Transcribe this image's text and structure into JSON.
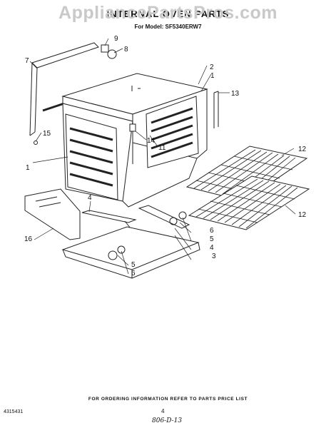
{
  "watermark": "AppliancePartsPros.com",
  "title": "INTERNAL OVEN PARTS",
  "model": "For Model: SF5340ERW7",
  "callouts": [
    "1",
    "1",
    "2",
    "3",
    "4",
    "4",
    "5",
    "5",
    "6",
    "6",
    "7",
    "8",
    "9",
    "11",
    "12",
    "12",
    "13",
    "14",
    "15",
    "16"
  ],
  "footer": {
    "ordering_note": "FOR ORDERING INFORMATION REFER TO PARTS PRICE LIST",
    "doc_number": "4315431",
    "page": "4",
    "handwritten": "806-D-13"
  }
}
